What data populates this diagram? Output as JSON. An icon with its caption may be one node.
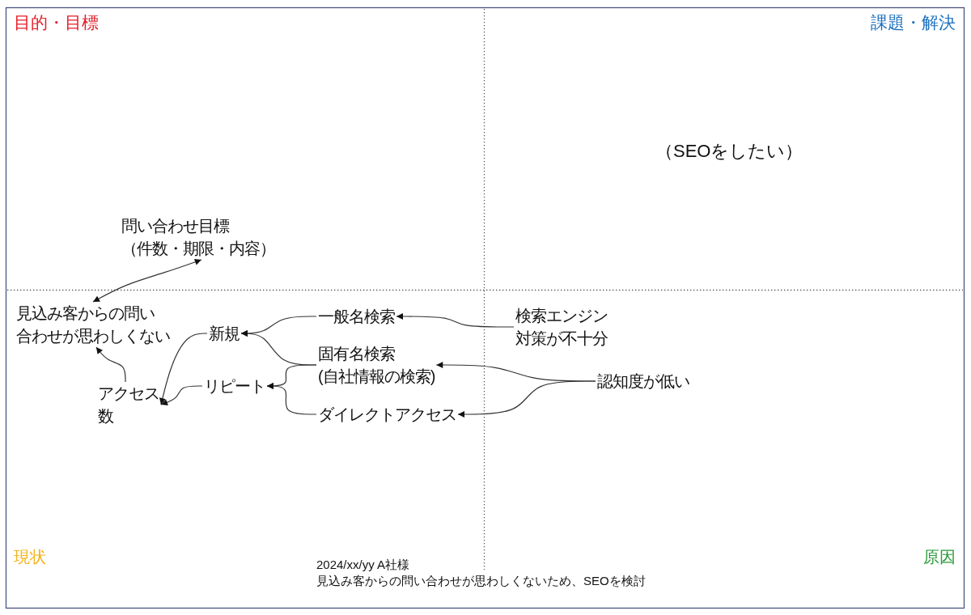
{
  "diagram": {
    "nodes": [
      {
        "text": [
          "問い合わせ目標（件数・期限・内容）"
        ]
      },
      {
        "text": [
          "見込み客からの問い合わせが思わしくない"
        ]
      },
      {
        "text": [
          "アクセス数"
        ]
      },
      {
        "text": [
          "新規"
        ]
      },
      {
        "text": [
          "リピート"
        ]
      },
      {
        "text": [
          "一般名検索"
        ]
      },
      {
        "text": [
          "固有名検索(自社情報の検索)"
        ]
      },
      {
        "text": [
          "ダイレクトアクセス"
        ]
      },
      {
        "text": [
          "検索エンジン対策が不十分"
        ]
      },
      {
        "text": [
          "認知度が低い"
        ]
      }
    ],
    "edges": [
      {
        "from": 1,
        "to": 0,
        "arrow": "both"
      },
      {
        "from": 2,
        "to": 1,
        "arrow": "to"
      },
      {
        "from": 3,
        "to": 2,
        "arrow": "to"
      },
      {
        "from": 4,
        "to": 2,
        "arrow": "to"
      },
      {
        "from": 5,
        "to": 3,
        "arrow": "to"
      },
      {
        "from": 6,
        "to": 3,
        "arrow": "to"
      },
      {
        "from": 6,
        "to": 4,
        "arrow": "to"
      },
      {
        "from": 7,
        "to": 4,
        "arrow": "to"
      },
      {
        "from": 8,
        "to": 5,
        "arrow": "to"
      },
      {
        "from": 9,
        "to": 6,
        "arrow": "to"
      },
      {
        "from": 9,
        "to": 7,
        "arrow": "to"
      }
    ],
    "labels": [
      "目的・目標",
      "課題・解決",
      "（SEOをしたい）",
      "現状",
      "原因",
      "2024/xx/yy A社様",
      "見込み客からの問い合わせが思わしくないため、SEOを検討"
    ]
  }
}
